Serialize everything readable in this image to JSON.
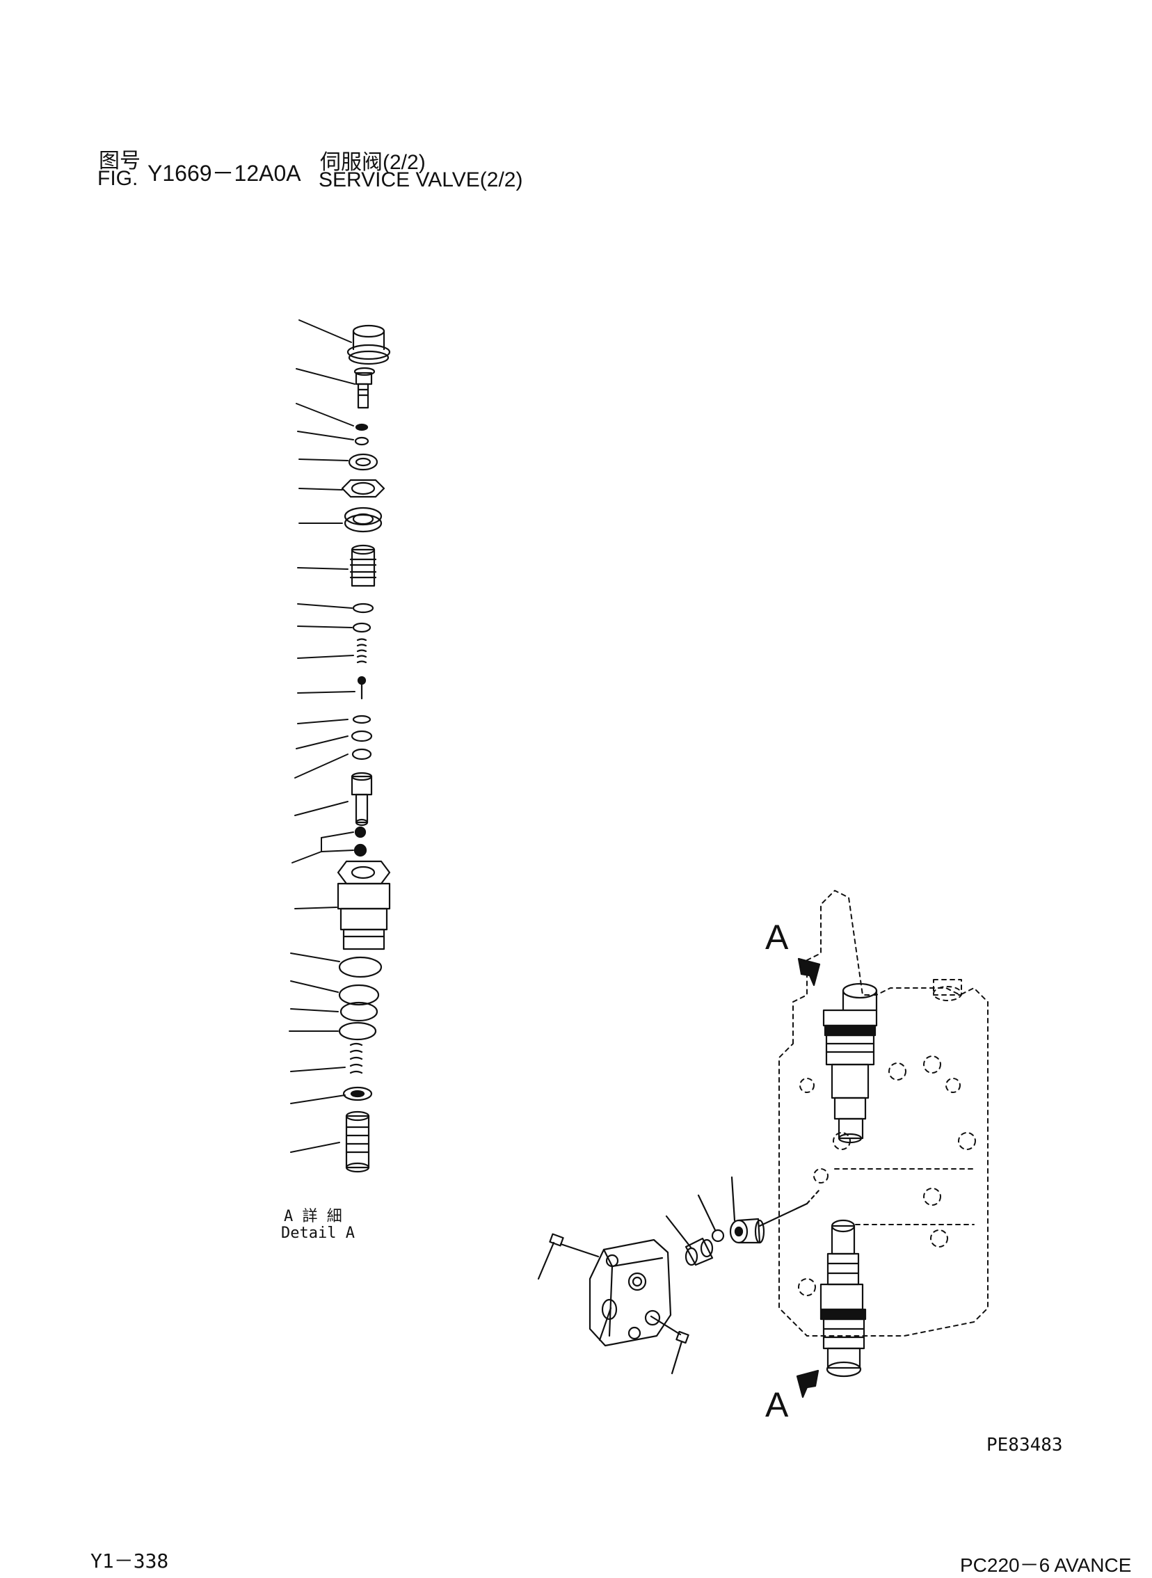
{
  "header": {
    "fig_label_cn": "图号",
    "fig_label_en": "FIG.",
    "fig_number": "Y1669－12A0A",
    "title_cn": "伺服阀(2/2)",
    "title_en": "SERVICE VALVE(2/2)"
  },
  "detail": {
    "label_cn": "A 詳 細",
    "label_en": "Detail A"
  },
  "view_markers": {
    "top": "A",
    "bottom": "A"
  },
  "drawing_code": "PE83483",
  "footer": {
    "page_number": "Y1－338",
    "model": "PC220－6 AVANCE"
  },
  "colors": {
    "ink": "#111111",
    "paper": "#ffffff"
  }
}
